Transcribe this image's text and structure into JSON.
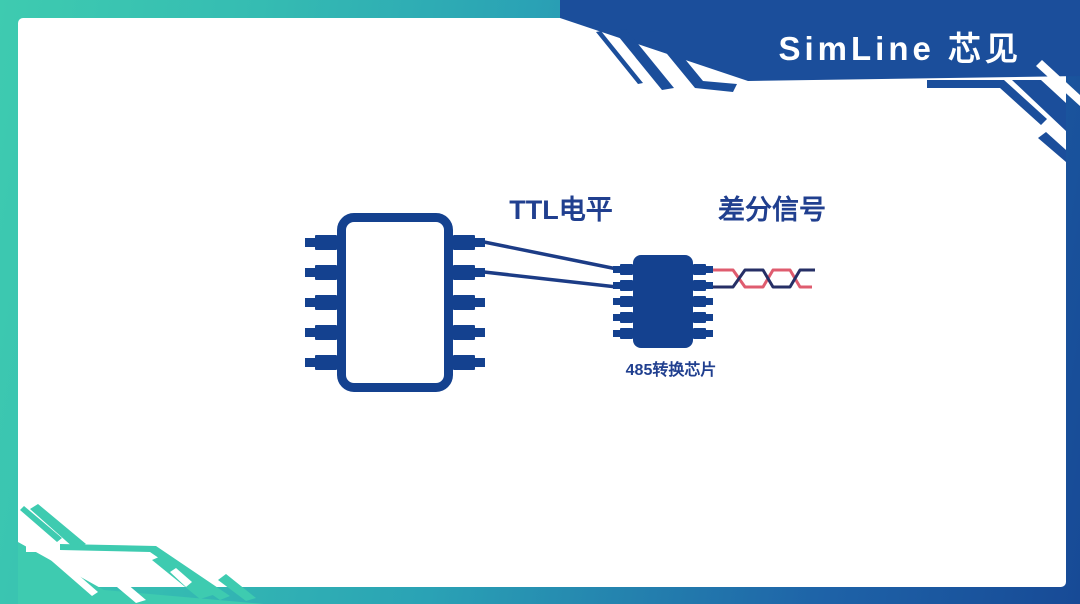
{
  "brand": {
    "logo_text": "SimLine 芯见"
  },
  "diagram": {
    "ttl_label": "TTL电平",
    "diff_label": "差分信号",
    "converter_label": "485转换芯片",
    "mcu_pins_per_side": 5,
    "converter_pins_per_side": 5,
    "ttl_wire_count": 2,
    "diff_pair_count": 2
  },
  "colors": {
    "frame_teal": "#3ecbb0",
    "frame_cyan": "#2aa2b5",
    "frame_blue": "#174a96",
    "banner_blue": "#1b4e9b",
    "chip_navy": "#14418f",
    "wire_navy": "#1c3c86",
    "trace_navy": "#262f66",
    "trace_red": "#df5c6f",
    "label_navy": "#203f8f",
    "background": "#ffffff"
  }
}
